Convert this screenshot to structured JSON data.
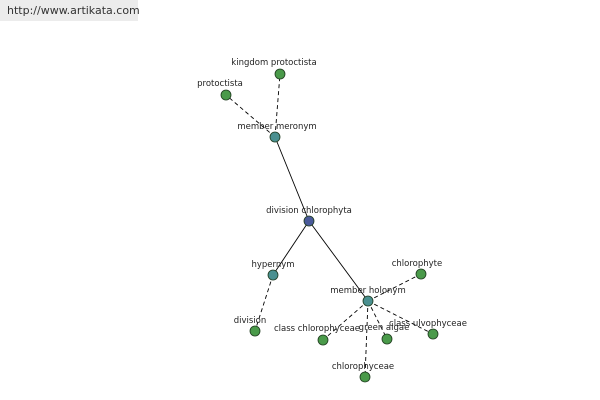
{
  "header": {
    "url": "http://www.artikata.com"
  },
  "graph": {
    "nodes": [
      {
        "id": "division-chlorophyta",
        "label": "division chlorophyta",
        "role": "center"
      },
      {
        "id": "member-meronym",
        "label": "member meronym",
        "role": "relation"
      },
      {
        "id": "hypernym",
        "label": "hypernym",
        "role": "relation"
      },
      {
        "id": "member-holonym",
        "label": "member holonym",
        "role": "relation"
      },
      {
        "id": "kingdom-protoctista",
        "label": "kingdom protoctista",
        "role": "leaf"
      },
      {
        "id": "protoctista",
        "label": "protoctista",
        "role": "leaf"
      },
      {
        "id": "division",
        "label": "division",
        "role": "leaf"
      },
      {
        "id": "chlorophyte",
        "label": "chlorophyte",
        "role": "leaf"
      },
      {
        "id": "class-chlorophyceae",
        "label": "class chlorophyceae",
        "role": "leaf"
      },
      {
        "id": "green-algae",
        "label": "green algae",
        "role": "leaf"
      },
      {
        "id": "class-ulvophyceae",
        "label": "class ulvophyceae",
        "role": "leaf"
      },
      {
        "id": "chlorophyceae",
        "label": "chlorophyceae",
        "role": "leaf"
      }
    ],
    "edges": [
      {
        "from": "division-chlorophyta",
        "to": "member-meronym",
        "style": "solid"
      },
      {
        "from": "division-chlorophyta",
        "to": "hypernym",
        "style": "solid"
      },
      {
        "from": "division-chlorophyta",
        "to": "member-holonym",
        "style": "solid"
      },
      {
        "from": "member-meronym",
        "to": "kingdom-protoctista",
        "style": "dashed"
      },
      {
        "from": "member-meronym",
        "to": "protoctista",
        "style": "dashed"
      },
      {
        "from": "hypernym",
        "to": "division",
        "style": "dashed"
      },
      {
        "from": "member-holonym",
        "to": "chlorophyte",
        "style": "dashed"
      },
      {
        "from": "member-holonym",
        "to": "class-chlorophyceae",
        "style": "dashed"
      },
      {
        "from": "member-holonym",
        "to": "green-algae",
        "style": "dashed"
      },
      {
        "from": "member-holonym",
        "to": "class-ulvophyceae",
        "style": "dashed"
      },
      {
        "from": "member-holonym",
        "to": "chlorophyceae",
        "style": "dashed"
      }
    ],
    "colors": {
      "center": "#4a5a9a",
      "relation": "#4a9090",
      "leaf": "#4a9a4a",
      "node_stroke": "#1e3a1e",
      "edge": "#000000",
      "label": "#222222"
    }
  }
}
